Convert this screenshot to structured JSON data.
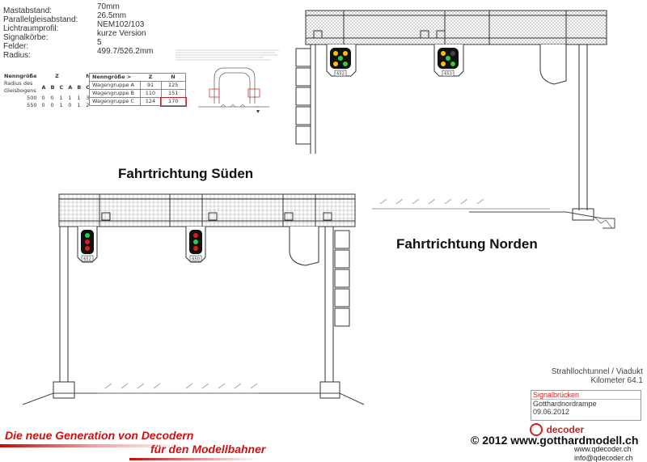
{
  "specs": [
    {
      "label": "Mastabstand:",
      "value": "70mm"
    },
    {
      "label": "Parallelgleisabstand:",
      "value": "26.5mm"
    },
    {
      "label": "Lichtraumprofil:",
      "value": "NEM102/103"
    },
    {
      "label": "Signalkörbe:",
      "value": "kurze Version"
    },
    {
      "label": "Felder:",
      "value": "5"
    },
    {
      "label": "Radius:",
      "value": "499.7/526.2mm"
    }
  ],
  "table_left": {
    "header": [
      "Nenngröße",
      "Z",
      "N"
    ],
    "radius_label": "Radius des Gleisbogens",
    "sub": [
      "A",
      "B",
      "C",
      "A",
      "B",
      "C"
    ],
    "rows": [
      {
        "r": "500",
        "v": [
          "0",
          "0",
          "1",
          "1",
          "1",
          "3"
        ]
      },
      {
        "r": "550",
        "v": [
          "0",
          "0",
          "1",
          "0",
          "1",
          "2"
        ]
      }
    ]
  },
  "table_right": {
    "header": [
      "Nenngröße >",
      "Z",
      "N"
    ],
    "rows": [
      {
        "g": "Wagengruppe A",
        "z": "91",
        "n": "125"
      },
      {
        "g": "Wagengruppe B",
        "z": "110",
        "n": "151"
      },
      {
        "g": "Wagengruppe C",
        "z": "124",
        "n": "170"
      }
    ]
  },
  "headings": {
    "south": "Fahrtrichtung Süden",
    "north": "Fahrtrichtung Norden"
  },
  "title_block": {
    "line1": "Strahllochtunnel / Viadukt",
    "line2": "Kilometer 64.1",
    "category": "Signalbrücken",
    "name": "Gotthardnordrampe",
    "date": "09.06.2012"
  },
  "footer": {
    "banner1": "Die neue Generation von Decodern",
    "banner2": "für den Modellbahner",
    "copyright": "© 2012 www.gotthardmodell.ch",
    "brand": "decoder",
    "url": "www.qdecoder.ch",
    "email": "info@qdecoder.ch"
  },
  "signal_plates": {
    "north": [
      "652",
      "653"
    ],
    "south": [
      "652",
      "650"
    ]
  },
  "colors": {
    "banner_red": "#d01010",
    "signal_green": "#2ecc40",
    "signal_yellow": "#ffc000",
    "signal_red": "#e01a1a"
  }
}
